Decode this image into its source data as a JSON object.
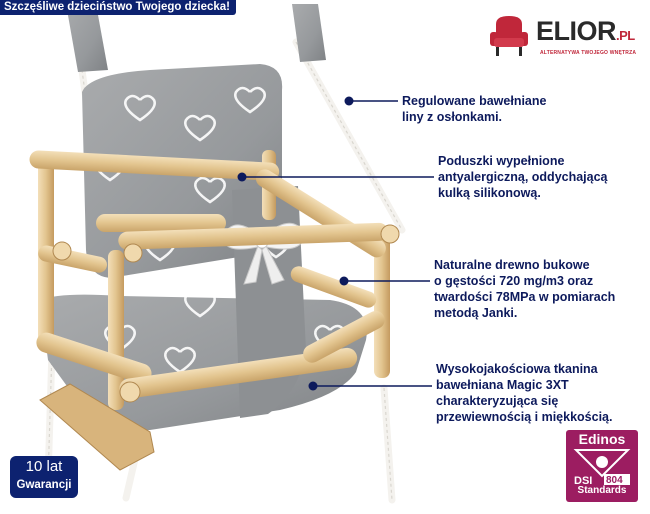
{
  "banner": {
    "text": "Szczęśliwe dzieciństwo Twojego dziecka!"
  },
  "logo": {
    "name": "ELIOR",
    "suffix": ".PL",
    "tagline": "ALTERNATYWA TWOJEGO WNĘTRZA"
  },
  "callouts": [
    {
      "text": "Regulowane bawełniane\nliny z osłonkami."
    },
    {
      "text": "Poduszki wypełnione\nantyalergiczną, oddychającą\nkulką silikonową."
    },
    {
      "text": "Naturalne drewno bukowe\no gęstości 720 mg/m3 oraz\ntwardości  78MPa w pomiarach\nmetodą Janki."
    },
    {
      "text": "Wysokojakościowa tkanina\nbawełniana Magic 3XT\ncharakteryzująca się\nprzewiewnością i miękkością."
    }
  ],
  "warranty": {
    "years": "10 lat",
    "label": "Gwarancji"
  },
  "certificate": {
    "brand": "Edinos",
    "dsi": "DSI",
    "number": "804",
    "standards": "Standards"
  },
  "colors": {
    "navy": "#0d2270",
    "note_text": "#0d1a5c",
    "cert": "#9c1d61",
    "logo_red": "#c0273a"
  }
}
